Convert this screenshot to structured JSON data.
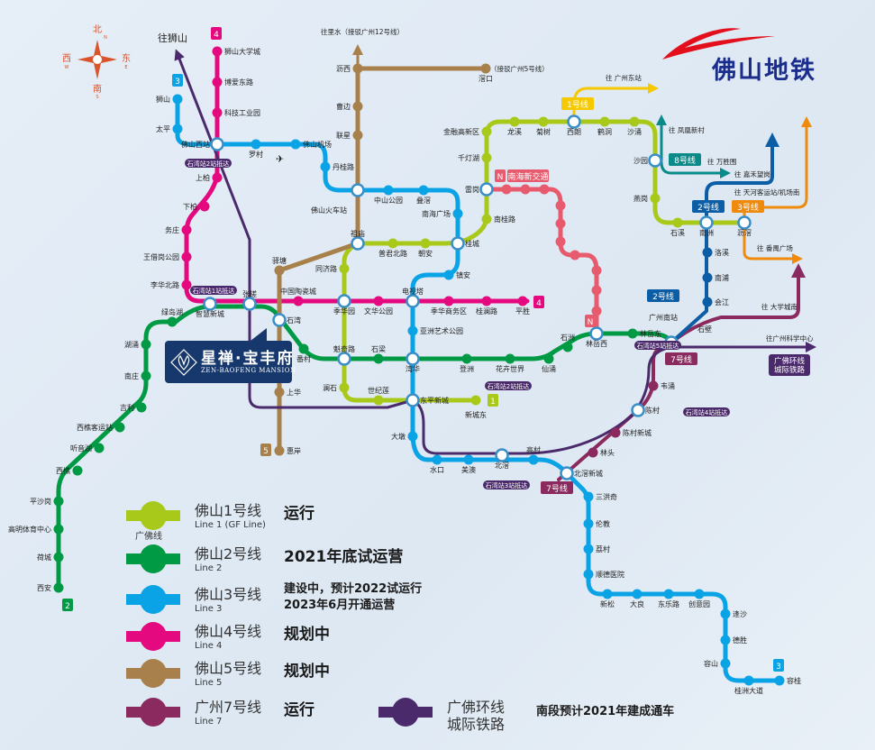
{
  "colors": {
    "l1": "#a9c91a",
    "l2": "#009a44",
    "l3": "#0aa3e6",
    "l4": "#e4097f",
    "l5": "#a7804b",
    "l7": "#8b2a5f",
    "ring": "#4b2a6b",
    "tram": "#e85a6e",
    "gz1": "#f5c800",
    "gz2": "#0b5ea5",
    "gz3": "#f08a0c",
    "gz8": "#0b8a8a",
    "pill": "#4b2a6b"
  },
  "logo": {
    "text": "佛山地铁"
  },
  "compass": {
    "n": "北",
    "n_en": "N",
    "s": "南",
    "s_en": "S",
    "w": "西",
    "w_en": "W",
    "e": "东",
    "e_en": "E"
  },
  "promo": {
    "name": "星禅·宝丰府",
    "name_en": "ZEN-BAOFENG MANSION"
  },
  "lines": {
    "l4": {
      "badge": "4",
      "stations": [
        "狮山大学城",
        "博爱东路",
        "科技工业园",
        "上柏",
        "下柏",
        "务庄",
        "王借岗公园",
        "李华北路",
        "中国陶瓷城",
        "文华公园",
        "季华商务区",
        "桂澜路",
        "平胜"
      ]
    },
    "l3": {
      "badge": "3",
      "stations": [
        "狮山",
        "太平",
        "罗村",
        "佛山机场",
        "丹桂路",
        "中山公园",
        "叠滘",
        "南海广场",
        "镇安",
        "亚洲艺术公园",
        "大墩",
        "水口",
        "美澳",
        "高村",
        "三洪奇",
        "伦教",
        "荔村",
        "顺德医院",
        "新松",
        "大良",
        "东乐路",
        "创意园",
        "逢沙",
        "德胜",
        "容山",
        "桂洲大道",
        "容桂"
      ]
    },
    "l2": {
      "badge": "2",
      "stations": [
        "西安",
        "荷城",
        "高明体育中心",
        "平沙岗",
        "西樵",
        "听音湖",
        "西樵客运站",
        "吉利",
        "南庄",
        "湖涌",
        "绿岛湖",
        "番村",
        "石梁",
        "登洲",
        "花卉世界",
        "仙涌",
        "石洲",
        "林岳东"
      ]
    },
    "l1": {
      "badge": "1",
      "stations": [
        "新城东",
        "世纪莲",
        "澜石",
        "同济路",
        "普君北路",
        "朝安",
        "南桂路",
        "千灯湖",
        "金融高新区",
        "龙溪",
        "菊树",
        "鹤洞",
        "沙涌",
        "燕岗",
        "石溪"
      ]
    },
    "l5": {
      "badge": "5",
      "stations": [
        "沥西",
        "滘口",
        "曹边",
        "联星",
        "驿塘",
        "上华",
        "惠岸"
      ]
    },
    "l7": {
      "stations": [
        "林头",
        "陈村新城",
        "韦涌"
      ]
    },
    "gz2": {
      "stations": [
        "会江",
        "南浦",
        "洛溪",
        "石壁"
      ]
    }
  },
  "interchanges": [
    "佛山西站",
    "智慧新城",
    "张槎",
    "季华园",
    "电视塔",
    "佛山火车站",
    "祖庙",
    "桂城",
    "雷岗",
    "石湾",
    "魁奇路",
    "湾华",
    "东平新城",
    "北滘",
    "北滘新城",
    "陈村",
    "林岳西",
    "广州南站",
    "西朗",
    "沙园",
    "南洲",
    "沥滘"
  ],
  "destinations": {
    "shishan": "往狮山",
    "lishui": "往里水（接驳广州12号线）",
    "gz5": "（接驳广州5号线）",
    "gzeast": "往 广州东站",
    "fenghuang": "往 凤凰新村",
    "wanshengwei": "往 万胜围",
    "jiahe": "往 嘉禾望岗",
    "tianhe": "往 天河客运站/机场南",
    "panyu": "往 番禺广场",
    "daxuecheng": "往 大学城南",
    "kexue": "往广州科学中心",
    "foshan_airport_label": "佛山机场"
  },
  "badges": {
    "gz1": "1号线",
    "gz8": "8号线",
    "gz2a": "2号线",
    "gz3": "3号线",
    "gz2b": "2号线",
    "gz7a": "7号线",
    "gz7b": "7号线",
    "tram": "南海新交通",
    "tram_n": "N",
    "ring": "广佛环线\n城际铁路"
  },
  "pills": [
    "石湾站2站抵达",
    "石湾站1站抵达",
    "石湾站2站抵达",
    "石湾站3站抵达",
    "石湾站5站抵达",
    "石湾站4站抵达"
  ],
  "legend": [
    {
      "name": "佛山1号线",
      "en": "Line 1 (GF Line)",
      "status": "运行",
      "sub": "广佛线"
    },
    {
      "name": "佛山2号线",
      "en": "Line 2",
      "status": "2021年底试运营"
    },
    {
      "name": "佛山3号线",
      "en": "Line 3",
      "status": "建设中，预计2022试运行",
      "status2": "2023年6月开通运营"
    },
    {
      "name": "佛山4号线",
      "en": "Line 4",
      "status": "规划中"
    },
    {
      "name": "佛山5号线",
      "en": "Line 5",
      "status": "规划中"
    },
    {
      "name": "广州7号线",
      "en": "Line 7",
      "status": "运行"
    },
    {
      "name": "广佛环线",
      "name2": "城际铁路",
      "status": "南段预计2021年建成通车"
    }
  ]
}
